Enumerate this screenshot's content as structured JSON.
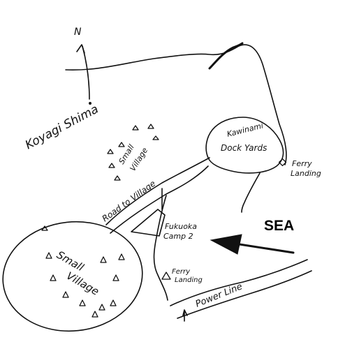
{
  "labels": {
    "north": "N",
    "island": "Koyagi Shima",
    "small_village_top": [
      "Small",
      "Village"
    ],
    "dock_yards": [
      "Kawinami",
      "Dock Yards"
    ],
    "ferry_landing_right": [
      "Ferry",
      "Landing"
    ],
    "road": "Road to Village",
    "camp": [
      "Fukuoka",
      "Camp 2"
    ],
    "sea": "SEA",
    "small_village_bottom": [
      "Small",
      "Village"
    ],
    "ferry_landing_lower": [
      "Ferry",
      "Landing"
    ],
    "power_line": "Power Line"
  },
  "icons": {
    "north_arrow": "north-arrow-icon",
    "sea_arrow": "arrow-left-icon",
    "hut": "hut-icon"
  },
  "colors": {
    "ink": "#111111",
    "background": "#ffffff"
  }
}
